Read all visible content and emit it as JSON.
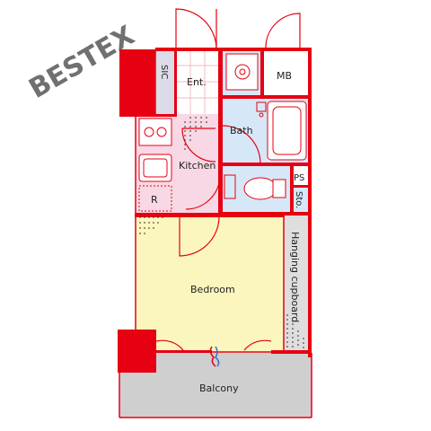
{
  "watermark": "BESTEX",
  "rooms": {
    "sic": "SIC",
    "entrance": "Ent.",
    "mb": "MB",
    "bath": "Bath",
    "kitchen": "Kitchen",
    "ps": "PS",
    "storage": "Sto.",
    "refrigerator": "R",
    "hanging_cupboard": "Hanging cupboard",
    "bedroom": "Bedroom",
    "balcony": "Balcony"
  },
  "colors": {
    "wall": "#e60012",
    "entrance_floor": "#ffffff",
    "kitchen_floor": "#f8d8e4",
    "wet_area_floor": "#d6e8f7",
    "bedroom_floor": "#fbf6be",
    "balcony_floor": "#cfcfcf",
    "closet_floor": "#dedede",
    "fixture_line": "#e60012"
  }
}
